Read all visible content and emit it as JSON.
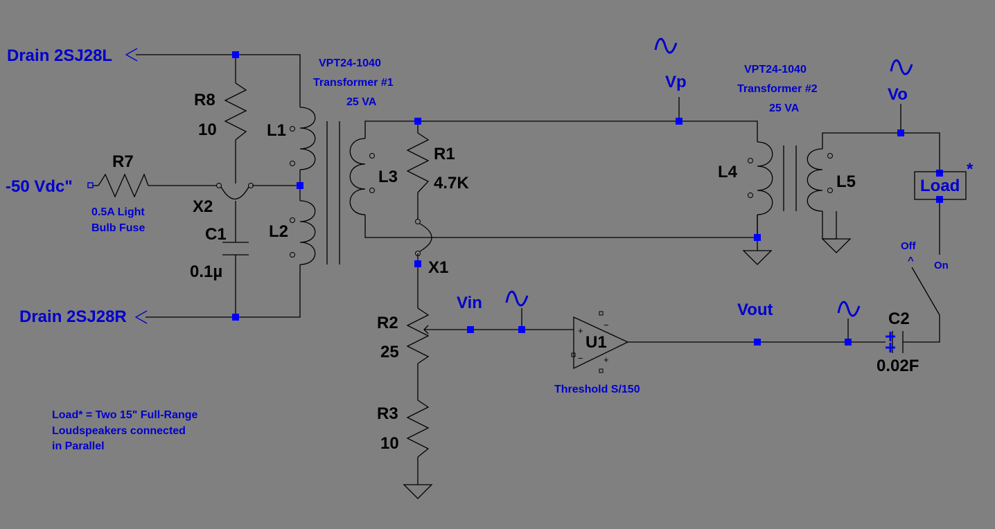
{
  "ports": {
    "drain_left": "Drain 2SJ28L",
    "drain_right": "Drain 2SJ28R",
    "neg_supply": "-50 Vdc\""
  },
  "components": {
    "r8": {
      "ref": "R8",
      "value": "10"
    },
    "r7": {
      "ref": "R7",
      "note_line1": "0.5A Light",
      "note_line2": "Bulb Fuse"
    },
    "x2": {
      "ref": "X2"
    },
    "c1": {
      "ref": "C1",
      "value": "0.1µ"
    },
    "l1": {
      "ref": "L1"
    },
    "l2": {
      "ref": "L2"
    },
    "l3": {
      "ref": "L3"
    },
    "r1": {
      "ref": "R1",
      "value": "4.7K"
    },
    "x1": {
      "ref": "X1"
    },
    "r2": {
      "ref": "R2",
      "value": "25"
    },
    "r3": {
      "ref": "R3",
      "value": "10"
    },
    "l4": {
      "ref": "L4"
    },
    "l5": {
      "ref": "L5"
    },
    "u1": {
      "ref": "U1",
      "note": "Threshold S/150"
    },
    "c2": {
      "ref": "C2",
      "value": "0.02F"
    },
    "load": {
      "ref": "Load",
      "mark": "*"
    }
  },
  "transformers": {
    "t1": {
      "line1": "VPT24-1040",
      "line2": "Transformer #1",
      "line3": "25 VA"
    },
    "t2": {
      "line1": "VPT24-1040",
      "line2": "Transformer #2",
      "line3": "25 VA"
    }
  },
  "nets": {
    "vp": "Vp",
    "vo": "Vo",
    "vin": "Vin",
    "vout": "Vout"
  },
  "switch": {
    "off": "Off",
    "caret": "^",
    "on": "On"
  },
  "note": {
    "line1": "Load* = Two 15\" Full-Range",
    "line2": "Loudspeakers connected",
    "line3": "in Parallel"
  },
  "colors": {
    "background": "#808080",
    "wire": "#000000",
    "label": "#0000cc",
    "junction": "#0000ff"
  },
  "icons": [
    "sine-probe-icon",
    "ground-icon",
    "arrow-port-icon"
  ]
}
